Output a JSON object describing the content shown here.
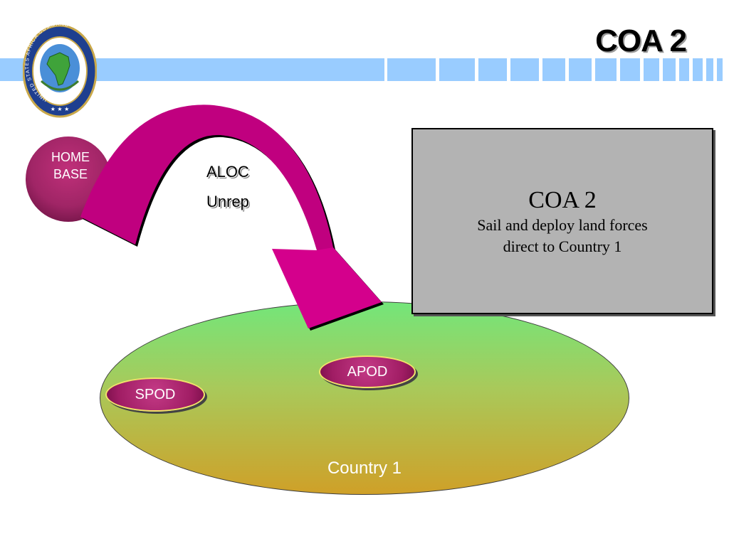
{
  "slide": {
    "title": "COA 2",
    "colors": {
      "band": "#99ccff",
      "arrow": "#d4008c",
      "home_base": "#a02566",
      "box": "#b3b3b3"
    }
  },
  "logo": {
    "icon": "africa-command-seal-icon",
    "ring_text": "UNITED STATES AFRICA COMMAND"
  },
  "home_base": {
    "lines": [
      "HOME",
      "BASE"
    ]
  },
  "arrow": {
    "labels": [
      "ALOC",
      "Unrep"
    ]
  },
  "info_box": {
    "title": "COA 2",
    "lines": [
      "Sail and deploy land forces",
      "direct to Country 1"
    ]
  },
  "country": {
    "label": "Country 1",
    "ports": [
      {
        "label": "APOD"
      },
      {
        "label": "SPOD"
      }
    ]
  }
}
